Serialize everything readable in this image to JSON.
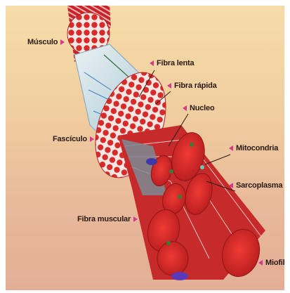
{
  "labels": {
    "musculo": "Músculo",
    "fibra_lenta": "Fibra lenta",
    "fibra_rapida": "Fibra rápida",
    "nucleo": "Nucleo",
    "fasciculo": "Fascículo",
    "mitocondria": "Mitocondria",
    "sarcoplasma": "Sarcoplasma",
    "fibra_muscular": "Fibra muscular",
    "miofibrilla": "Miofibrill"
  },
  "colors": {
    "pointer": "#d83a8a",
    "muscle_red": "#d92a2a",
    "background_top": "#f6dca8",
    "background_bottom": "#e3ae96"
  }
}
